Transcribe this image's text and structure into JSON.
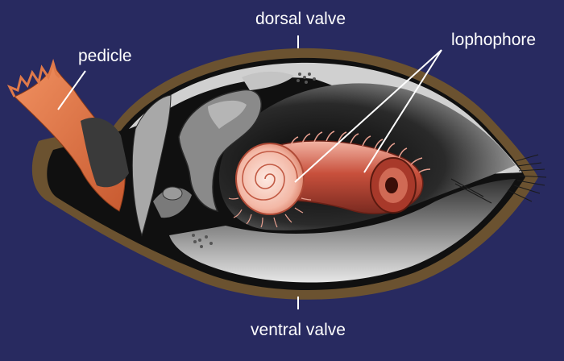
{
  "labels": {
    "dorsal_valve": "dorsal valve",
    "ventral_valve": "ventral valve",
    "pedicle": "pedicle",
    "lophophore": "lophophore"
  },
  "colors": {
    "background": "#282a60",
    "shell": "#6b5230",
    "pedicle": "#e07a4a",
    "lophophore": "#c8503c",
    "leader_line": "#ffffff"
  }
}
